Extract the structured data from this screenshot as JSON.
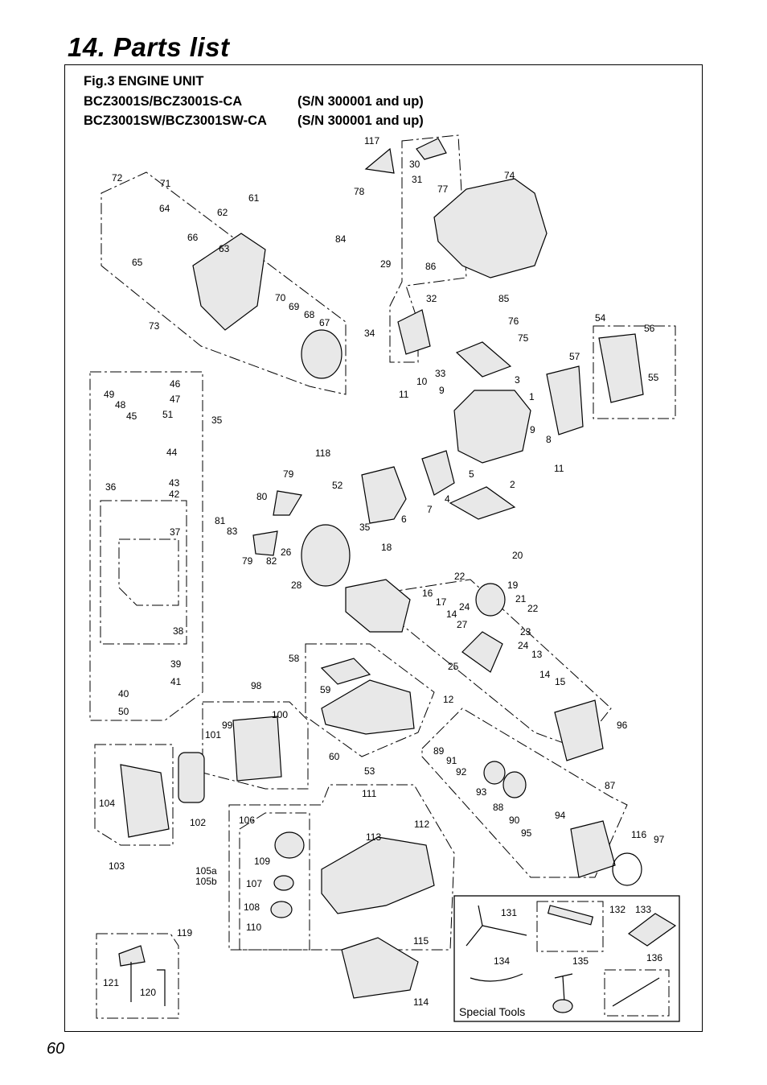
{
  "page": {
    "title": "14. Parts list",
    "page_number": "60"
  },
  "figure": {
    "line1": "Fig.3 ENGINE UNIT",
    "line2_model": "BCZ3001S/BCZ3001S-CA",
    "line2_sn": "(S/N 300001 and up)",
    "line3_model": "BCZ3001SW/BCZ3001SW-CA",
    "line3_sn": "(S/N 300001 and up)"
  },
  "special_tools_label": "Special Tools",
  "part_numbers": [
    "1",
    "2",
    "3",
    "4",
    "5",
    "6",
    "7",
    "8",
    "9",
    "9",
    "10",
    "11",
    "11",
    "12",
    "13",
    "14",
    "14",
    "15",
    "16",
    "17",
    "18",
    "19",
    "20",
    "21",
    "22",
    "22",
    "23",
    "24",
    "24",
    "25",
    "26",
    "27",
    "28",
    "29",
    "30",
    "31",
    "32",
    "33",
    "34",
    "35",
    "35",
    "36",
    "37",
    "38",
    "39",
    "40",
    "41",
    "42",
    "43",
    "44",
    "45",
    "46",
    "47",
    "48",
    "49",
    "50",
    "51",
    "52",
    "53",
    "54",
    "55",
    "56",
    "57",
    "58",
    "59",
    "60",
    "61",
    "62",
    "63",
    "64",
    "65",
    "66",
    "67",
    "68",
    "69",
    "70",
    "71",
    "72",
    "73",
    "74",
    "75",
    "76",
    "77",
    "78",
    "79",
    "79",
    "80",
    "81",
    "82",
    "83",
    "84",
    "85",
    "86",
    "87",
    "88",
    "89",
    "90",
    "91",
    "92",
    "93",
    "94",
    "95",
    "96",
    "97",
    "98",
    "99",
    "100",
    "101",
    "102",
    "103",
    "104",
    "105a",
    "105b",
    "106",
    "107",
    "108",
    "109",
    "110",
    "111",
    "112",
    "113",
    "114",
    "115",
    "116",
    "117",
    "118",
    "119",
    "120",
    "121",
    "131",
    "132",
    "133",
    "134",
    "135",
    "136"
  ]
}
